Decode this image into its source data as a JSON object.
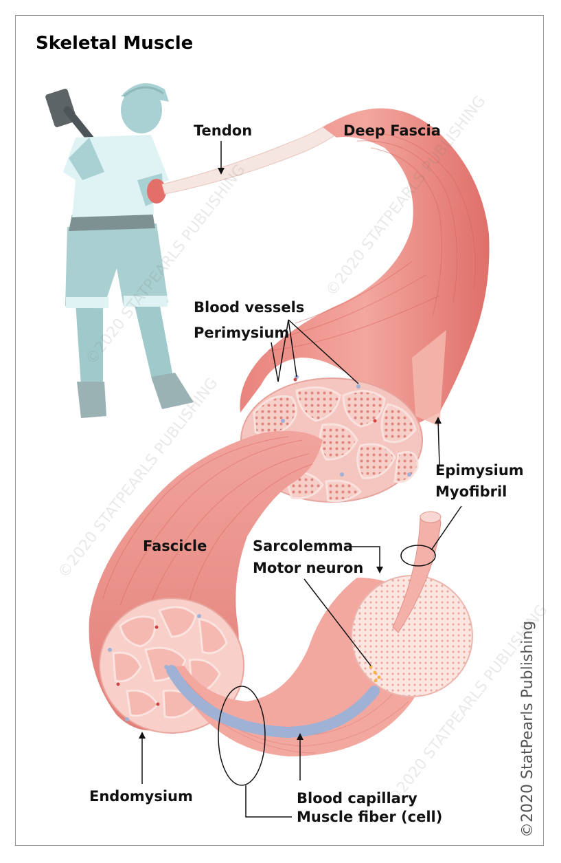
{
  "title": "Skeletal Muscle",
  "labels": {
    "tendon": "Tendon",
    "deep_fascia": "Deep Fascia",
    "blood_vessels": "Blood vessels",
    "perimysium": "Perimysium",
    "epimysium": "Epimysium",
    "myofibril": "Myofibril",
    "fascicle": "Fascicle",
    "sarcolemma": "Sarcolemma",
    "motor_neuron": "Motor neuron",
    "endomysium": "Endomysium",
    "blood_capillary": "Blood capillary",
    "muscle_fiber": "Muscle fiber (cell)"
  },
  "copyright": "©2020 StatPearls Publishing",
  "watermark": "©2020 STATPEARLS PUBLISHING",
  "colors": {
    "muscle": "#e88b84",
    "muscle_dark": "#d8635d",
    "muscle_light": "#f6c4bd",
    "tendon": "#f6e6e2",
    "person": "#a9d1d3",
    "person_shirt": "#dff3f5",
    "vessel": "#9fb2d6"
  }
}
